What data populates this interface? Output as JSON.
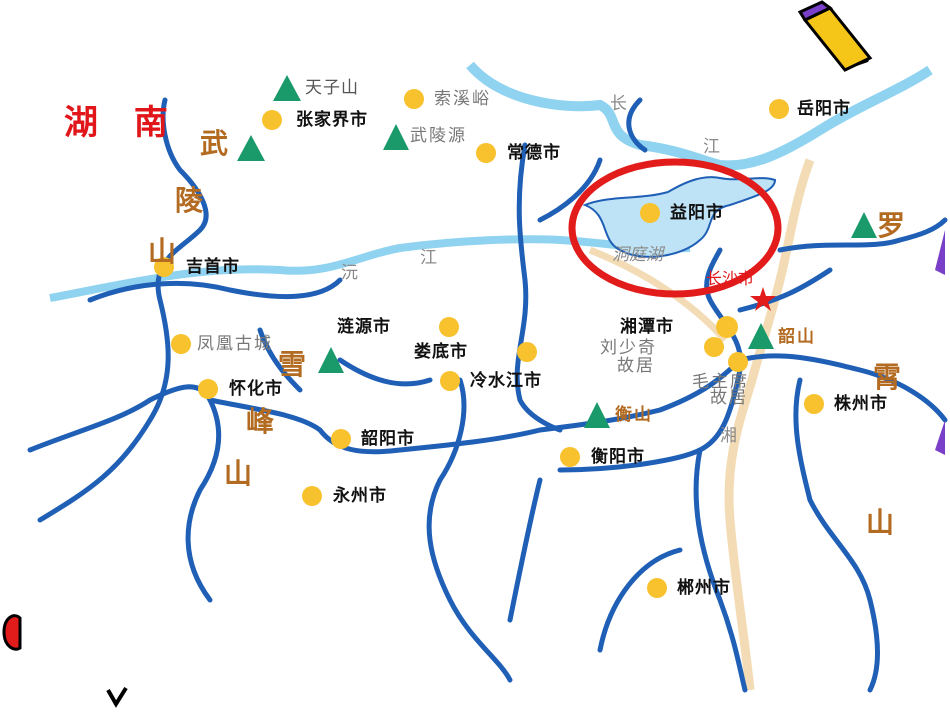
{
  "province": "湖 南",
  "cities": {
    "yueyang": "岳阳市",
    "zhangjiajie": "张家界市",
    "changde": "常德市",
    "yiyang": "益阳市",
    "jishou": "吉首市",
    "lianyuan": "涟源市",
    "loudi": "娄底市",
    "lengshuijiang": "冷水江市",
    "xiangtan": "湘潭市",
    "huaihua": "怀化市",
    "shaoyang": "韶阳市",
    "hengyang": "衡阳市",
    "zhuzhou": "株州市",
    "yongzhou": "永州市",
    "chenzhou": "郴州市",
    "changsha": "长沙市"
  },
  "scenic": {
    "tianzishan": "天子山",
    "suoxiyu": "索溪峪",
    "wulingyuan": "武陵源",
    "fenghuang": "凤凰古城",
    "liushaoqi": [
      "刘少奇",
      "故居"
    ],
    "maozhuxi": [
      "毛主席",
      "故居"
    ],
    "shaoshan": "韶山",
    "hengshan": "衡山"
  },
  "mountain_ranges": {
    "wuling": [
      "武",
      "陵",
      "山"
    ],
    "xuefeng": [
      "雪",
      "峰",
      "山"
    ],
    "luoxiao": [
      "罗",
      "霄",
      "山"
    ]
  },
  "water": {
    "changjiang": [
      "长",
      "江"
    ],
    "yuanjiang": [
      "沅",
      "江"
    ],
    "xiangjiang": [
      "湘"
    ],
    "dongting": "洞庭湖"
  },
  "colors": {
    "river": "#1f5fb5",
    "river_light": "#8fd3f0",
    "lake": "#bfe3f6",
    "city_dot": "#f7c22e",
    "mountain": "#1a9a6b",
    "highlight": "#e21b1b",
    "province_text": "#e0161a",
    "range_text": "#b36b22",
    "railway": "#f3dcb5"
  },
  "icons": [
    "mountain-icon",
    "city-dot-icon",
    "capital-star-icon",
    "pencil-icon",
    "highlight-circle"
  ]
}
